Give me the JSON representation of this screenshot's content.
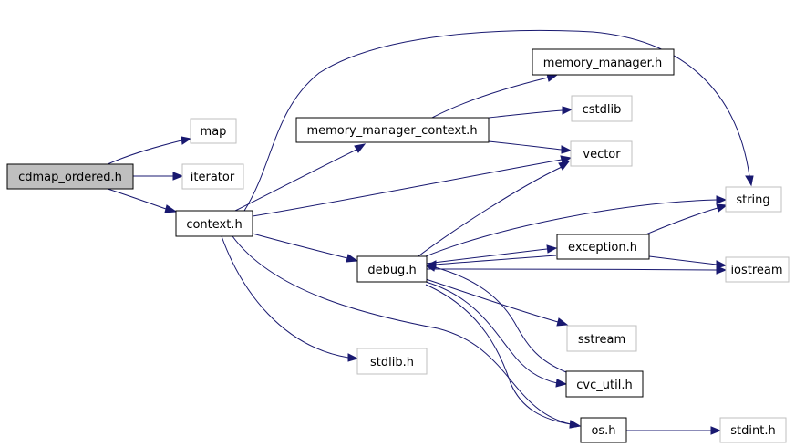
{
  "nodes": {
    "cdmap_ordered_h": {
      "label": "cdmap_ordered.h",
      "kind": "main"
    },
    "map": {
      "label": "map",
      "kind": "external"
    },
    "iterator": {
      "label": "iterator",
      "kind": "external"
    },
    "context_h": {
      "label": "context.h",
      "kind": "internal"
    },
    "memory_manager_context_h": {
      "label": "memory_manager_context.h",
      "kind": "internal"
    },
    "memory_manager_h": {
      "label": "memory_manager.h",
      "kind": "internal"
    },
    "cstdlib": {
      "label": "cstdlib",
      "kind": "external"
    },
    "vector": {
      "label": "vector",
      "kind": "external"
    },
    "string": {
      "label": "string",
      "kind": "external"
    },
    "debug_h": {
      "label": "debug.h",
      "kind": "internal"
    },
    "exception_h": {
      "label": "exception.h",
      "kind": "internal"
    },
    "iostream": {
      "label": "iostream",
      "kind": "external"
    },
    "sstream": {
      "label": "sstream",
      "kind": "external"
    },
    "cvc_util_h": {
      "label": "cvc_util.h",
      "kind": "internal"
    },
    "stdlib_h": {
      "label": "stdlib.h",
      "kind": "external"
    },
    "os_h": {
      "label": "os.h",
      "kind": "internal"
    },
    "stdint_h": {
      "label": "stdint.h",
      "kind": "external"
    }
  },
  "edges": [
    {
      "from": "cdmap_ordered_h",
      "to": "map"
    },
    {
      "from": "cdmap_ordered_h",
      "to": "iterator"
    },
    {
      "from": "cdmap_ordered_h",
      "to": "context_h"
    },
    {
      "from": "context_h",
      "to": "memory_manager_context_h"
    },
    {
      "from": "context_h",
      "to": "vector"
    },
    {
      "from": "context_h",
      "to": "string"
    },
    {
      "from": "context_h",
      "to": "debug_h"
    },
    {
      "from": "context_h",
      "to": "stdlib_h"
    },
    {
      "from": "context_h",
      "to": "os_h"
    },
    {
      "from": "memory_manager_context_h",
      "to": "memory_manager_h"
    },
    {
      "from": "memory_manager_context_h",
      "to": "cstdlib"
    },
    {
      "from": "memory_manager_context_h",
      "to": "vector"
    },
    {
      "from": "debug_h",
      "to": "vector"
    },
    {
      "from": "debug_h",
      "to": "string"
    },
    {
      "from": "debug_h",
      "to": "exception_h"
    },
    {
      "from": "debug_h",
      "to": "iostream"
    },
    {
      "from": "debug_h",
      "to": "sstream"
    },
    {
      "from": "debug_h",
      "to": "cvc_util_h"
    },
    {
      "from": "debug_h",
      "to": "os_h"
    },
    {
      "from": "exception_h",
      "to": "string"
    },
    {
      "from": "exception_h",
      "to": "iostream"
    },
    {
      "from": "exception_h",
      "to": "debug_h"
    },
    {
      "from": "cvc_util_h",
      "to": "debug_h"
    },
    {
      "from": "os_h",
      "to": "stdint_h"
    }
  ]
}
